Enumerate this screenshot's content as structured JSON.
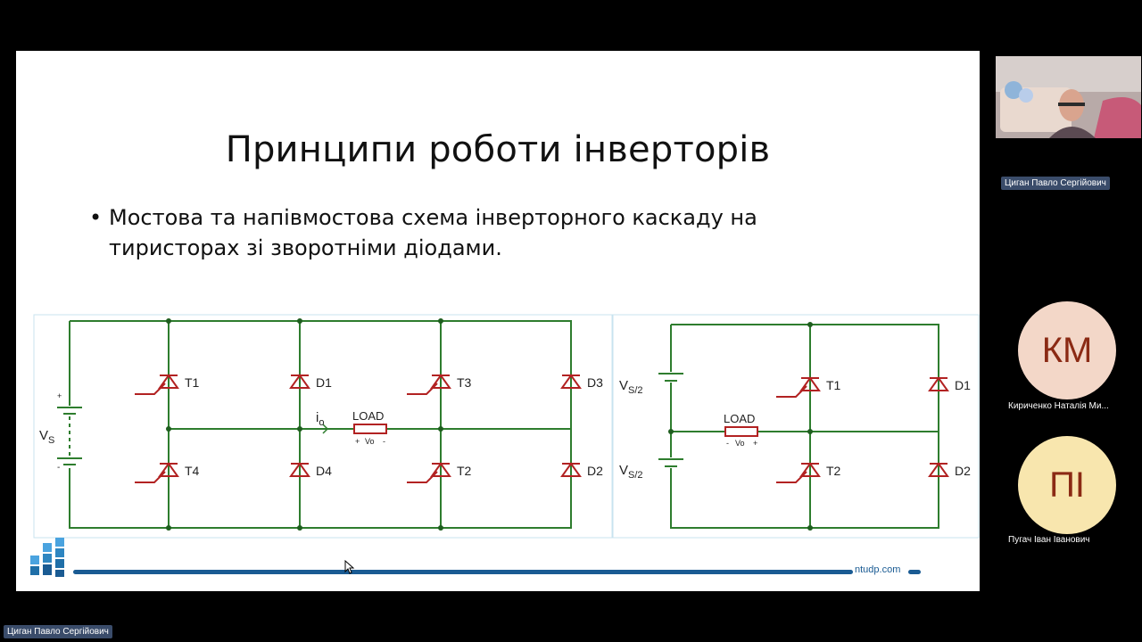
{
  "slide": {
    "title": "Принципи роботи інверторів",
    "bullet": "Мостова та напівмостова схема інверторного каскаду на тиристорах зі зворотніми діодами.",
    "footer_site": "ntudp.com"
  },
  "circuit": {
    "full_bridge": {
      "source_label": "V",
      "source_sub": "S",
      "source_plus": "+",
      "source_minus": "-",
      "thyristors": [
        "T1",
        "T4",
        "T3",
        "T2"
      ],
      "diodes": [
        "D1",
        "D4",
        "D3",
        "D2"
      ],
      "current_label": "i",
      "current_sub": "o",
      "load_label": "LOAD",
      "load_voltage_left": "+",
      "load_voltage": "Vo",
      "load_voltage_right": "-"
    },
    "half_bridge": {
      "source_label": "V",
      "source_sub": "S/2",
      "thyristors": [
        "T1",
        "T2"
      ],
      "diodes": [
        "D1",
        "D2"
      ],
      "load_label": "LOAD",
      "load_voltage_left": "-",
      "load_voltage": "Vo",
      "load_voltage_right": "+"
    },
    "colors": {
      "wire": "#2e7d2e",
      "component": "#b22222",
      "text": "#222222",
      "node": "#1f5e1f"
    }
  },
  "meeting": {
    "speaker_name": "Циган Павло Сергійович",
    "participants": [
      {
        "initials": "КМ",
        "name": "Кириченко Наталія Ми...",
        "color": "#f3d7c8"
      },
      {
        "initials": "ПІ",
        "name": "Пугач Іван Іванович",
        "color": "#f8e6ae"
      }
    ],
    "presenter_label": "Циган Павло Сергійович"
  },
  "icons": [
    "ntudp-logo-icon",
    "mouse-cursor-icon"
  ]
}
